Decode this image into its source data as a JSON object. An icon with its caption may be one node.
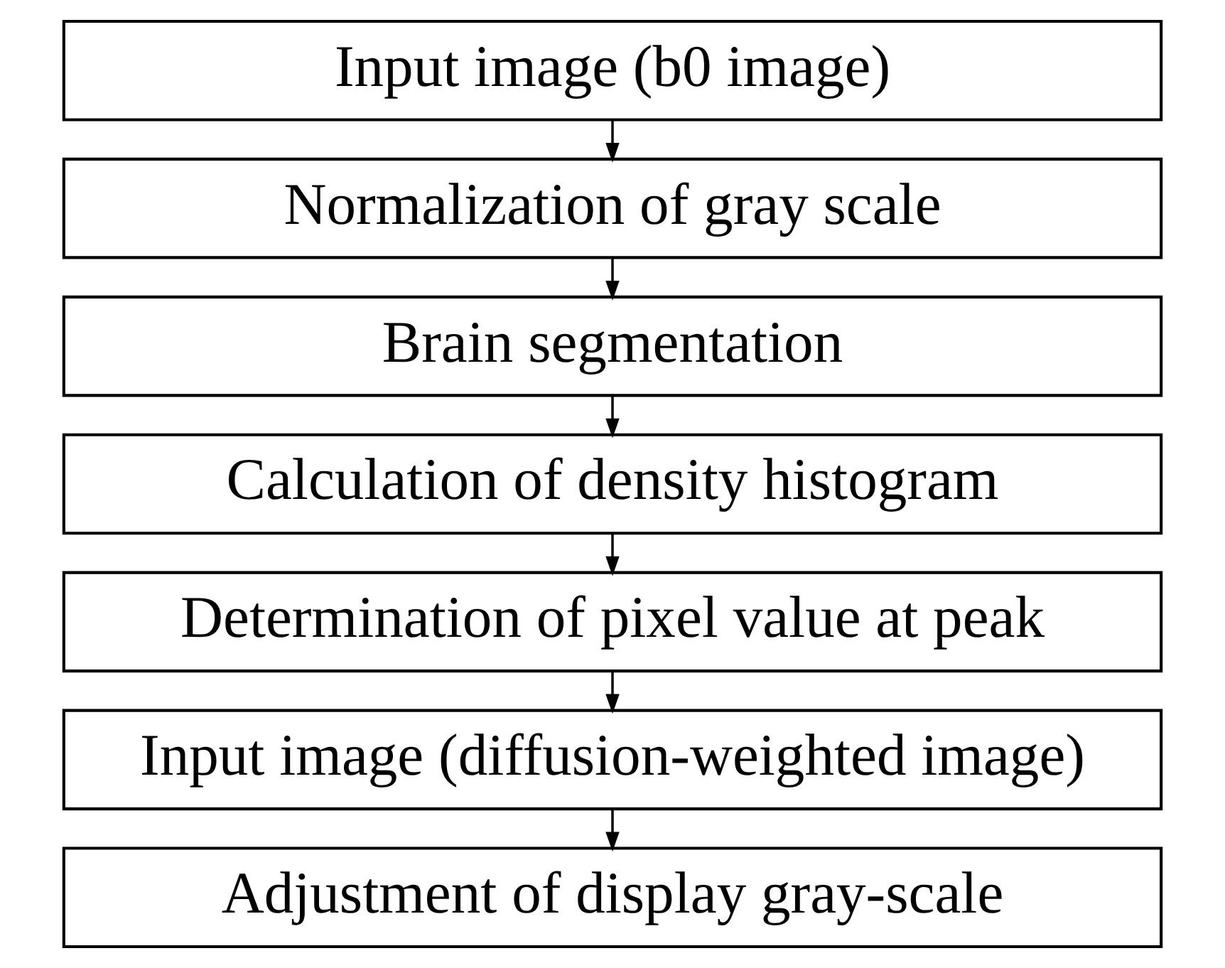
{
  "diagram": {
    "nodes": [
      {
        "text": [
          "Input image (b0 image)"
        ]
      },
      {
        "text": [
          "Normalization of gray scale"
        ]
      },
      {
        "text": [
          "Brain segmentation"
        ]
      },
      {
        "text": [
          "Calculation of density histogram"
        ]
      },
      {
        "text": [
          "Determination of pixel value at peak"
        ]
      },
      {
        "text": [
          "Input image (diffusion-weighted image)"
        ]
      },
      {
        "text": [
          "Adjustment of display gray-scale"
        ]
      }
    ],
    "edges": [
      {
        "from": 0,
        "to": 1,
        "arrow": "to"
      },
      {
        "from": 1,
        "to": 2,
        "arrow": "to"
      },
      {
        "from": 2,
        "to": 3,
        "arrow": "to"
      },
      {
        "from": 3,
        "to": 4,
        "arrow": "to"
      },
      {
        "from": 4,
        "to": 5,
        "arrow": "to"
      },
      {
        "from": 5,
        "to": 6,
        "arrow": "to"
      }
    ]
  }
}
